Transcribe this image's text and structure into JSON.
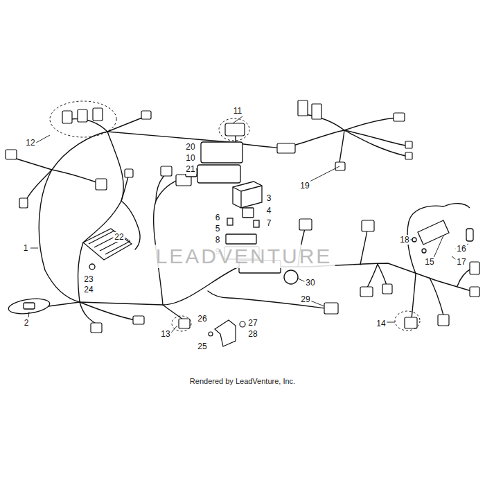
{
  "diagram": {
    "labels": [
      "12",
      "11",
      "20",
      "10",
      "21",
      "19",
      "3",
      "4",
      "6",
      "7",
      "5",
      "8",
      "9",
      "22",
      "1",
      "23",
      "24",
      "18",
      "16",
      "15",
      "17",
      "30",
      "29",
      "2",
      "26",
      "27",
      "28",
      "13",
      "25",
      "14",
      "LEADVENTURE",
      "Rendered by LeadVenture, Inc."
    ]
  }
}
